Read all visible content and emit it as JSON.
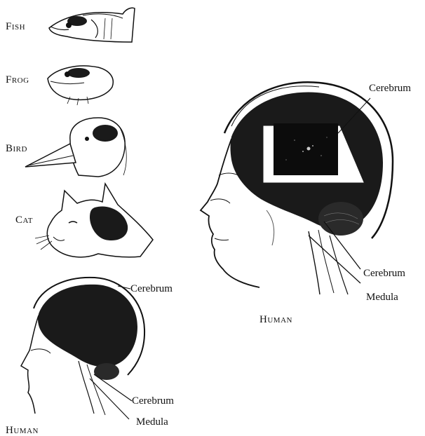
{
  "species_labels": {
    "fish": {
      "initial": "F",
      "rest": "ISH"
    },
    "frog": {
      "initial": "F",
      "rest": "ROG"
    },
    "bird": {
      "initial": "B",
      "rest": "IRD"
    },
    "cat": {
      "initial": "C",
      "rest": "AT"
    },
    "human_small": {
      "initial": "H",
      "rest": "UMAN"
    },
    "human_large": {
      "initial": "H",
      "rest": "UMAN"
    }
  },
  "small_human_labels": {
    "top": "Cerebrum",
    "bottom_upper": "Cerebrum",
    "bottom_lower": "Medula"
  },
  "large_human_labels": {
    "top": "Cerebrum",
    "bottom_upper": "Cerebrum",
    "bottom_lower": "Medula"
  },
  "colors": {
    "ink": "#111111",
    "brain": "#1a1a1a",
    "paper": "#ffffff"
  }
}
